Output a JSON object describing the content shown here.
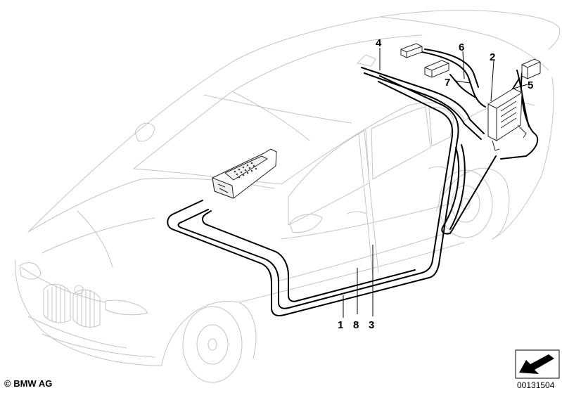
{
  "callouts": {
    "c1": "1",
    "c2": "2",
    "c3": "3",
    "c4": "4",
    "c5": "5",
    "c6": "6",
    "c7": "7",
    "c8": "8"
  },
  "footer": {
    "copyright_symbol": "©",
    "copyright_text": "BMW AG",
    "document_number": "00131504"
  },
  "colors": {
    "outline": "#c8c8c8",
    "cable": "#000000",
    "background": "#ffffff"
  }
}
